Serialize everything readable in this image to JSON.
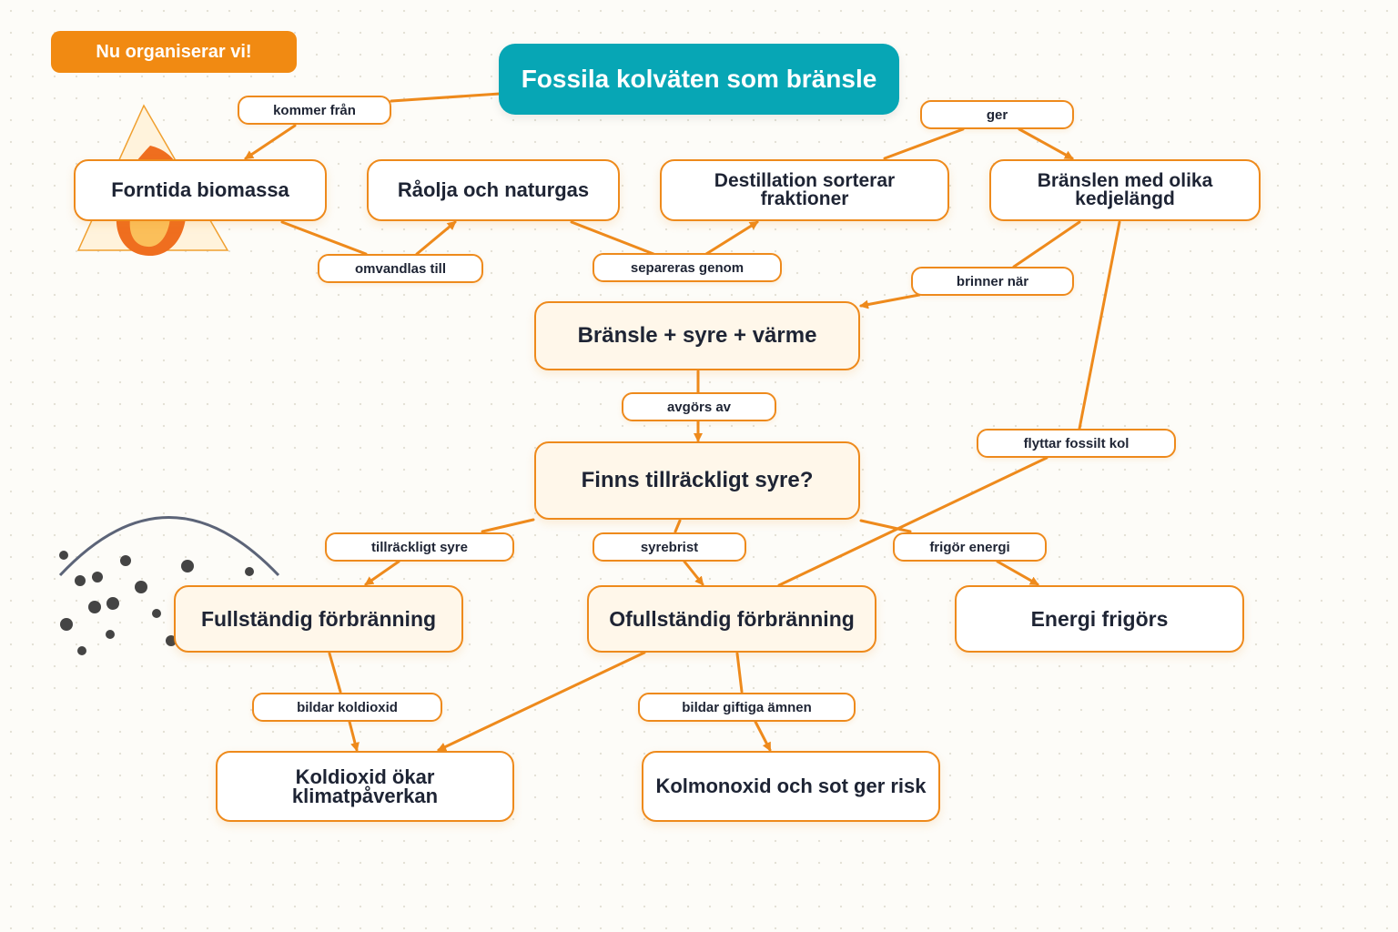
{
  "badge": "Nu organiserar vi!",
  "title": "Fossila kolväten som bränsle",
  "nodes": {
    "biomassa": "Forntida biomassa",
    "raolja": "Råolja och naturgas",
    "destillation": "Destillation sorterar fraktioner",
    "branslen": "Bränslen med olika kedjelängd",
    "brandtriangel": "Bränsle + syre + värme",
    "syre": "Finns tillräckligt syre?",
    "fullstandig": "Fullständig förbränning",
    "ofullstandig": "Ofullständig förbränning",
    "energi": "Energi frigörs",
    "koldioxid": "Koldioxid ökar klimatpåverkan",
    "kolmonoxid": "Kolmonoxid och sot ger risk"
  },
  "links": {
    "kommer_fran": "kommer från",
    "omvandlas_till": "omvandlas till",
    "separeras_genom": "separeras genom",
    "ger": "ger",
    "brinner_nar": "brinner när",
    "avgors_av": "avgörs av",
    "flyttar_fossilt_kol": "flyttar fossilt kol",
    "tillrackligt_syre": "tillräckligt syre",
    "syrebrist": "syrebrist",
    "frigor_energi": "frigör energi",
    "bildar_koldioxid": "bildar koldioxid",
    "bildar_giftiga_amnen": "bildar giftiga ämnen"
  },
  "colors": {
    "accent": "#ee8a1c",
    "badge": "#f18a12",
    "title_bg": "#07a6b5",
    "node_text": "#1e2434",
    "background": "#fdfcf8"
  },
  "illustrations": [
    "flame-triangle-icon",
    "molecule-particles-illustration"
  ]
}
